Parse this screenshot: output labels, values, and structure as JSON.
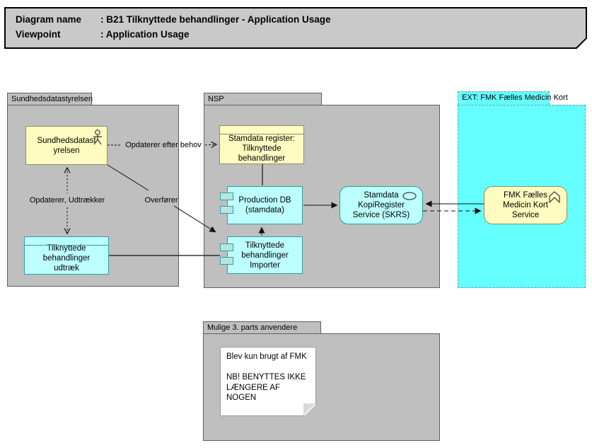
{
  "title": {
    "line1_label": "Diagram name",
    "line1_value": ": B21 Tilknyttede behandlinger - Application Usage",
    "line2_label": "Viewpoint",
    "line2_value": ": Application Usage"
  },
  "groups": {
    "sundhedsdatastyrelsen": {
      "label": "Sundhedsdatastyrelsen"
    },
    "nsp": {
      "label": "NSP"
    },
    "ext": {
      "label": "EXT: FMK Fælles Medicin Kort"
    },
    "mulige": {
      "label": "Mulige 3. parts anvendere"
    }
  },
  "elements": {
    "actor": {
      "label": "Sundhedsdatast\nyrelsen",
      "icon": "actor-icon"
    },
    "udtraek": {
      "label": "Tilknyttede\nbehandlinger\nudtræk"
    },
    "stamdata_register": {
      "label": "Stamdata register:\nTilknyttede\nbehandlinger"
    },
    "production_db": {
      "label": "Production DB\n(stamdata)",
      "icon": "component-port-icon"
    },
    "importer": {
      "label": "Tilknyttede\nbehandlinger\nImporter",
      "icon": "component-port-icon"
    },
    "skrs": {
      "label": "Stamdata\nKopiRegister\nService (SKRS)",
      "icon": "service-oval-icon"
    },
    "fmk": {
      "label": "FMK Fælles\nMedicin Kort\nService",
      "icon": "chevron-icon"
    }
  },
  "note": {
    "text": "Blev kun brugt af FMK\n\nNB! BENYTTES IKKE\nLÆNGERE AF NOGEN"
  },
  "connector_labels": {
    "opdaterer_efter_behov": "Opdaterer efter behov",
    "opdaterer_udtraekker": "Opdaterer, Udtrækker",
    "overfoerer": "Overfører"
  },
  "relations": [
    {
      "from": "Sundhedsdatastyrelsen",
      "to": "Stamdata register: Tilknyttede behandlinger",
      "label": "Opdaterer efter behov",
      "style": "dashed-open-arrow"
    },
    {
      "from": "Sundhedsdatastyrelsen",
      "to": "Tilknyttede behandlinger udtræk",
      "label": "Opdaterer, Udtrækker",
      "style": "dotted-double-open-arrow"
    },
    {
      "from": "Sundhedsdatastyrelsen",
      "to": "Tilknyttede behandlinger Importer",
      "label": "Overfører",
      "style": "solid-filled-arrow"
    },
    {
      "from": "Stamdata register: Tilknyttede behandlinger",
      "to": "Production DB (stamdata)",
      "label": "",
      "style": "solid-line"
    },
    {
      "from": "Tilknyttede behandlinger Importer",
      "to": "Production DB (stamdata)",
      "label": "",
      "style": "dashed-filled-arrow"
    },
    {
      "from": "Production DB (stamdata)",
      "to": "Stamdata KopiRegister Service (SKRS)",
      "label": "",
      "style": "solid-filled-arrow"
    },
    {
      "from": "FMK Fælles Medicin Kort Service",
      "to": "Stamdata KopiRegister Service (SKRS)",
      "label": "",
      "style": "solid-filled-arrow"
    },
    {
      "from": "Stamdata KopiRegister Service (SKRS)",
      "to": "FMK Fælles Medicin Kort Service",
      "label": "",
      "style": "dashed-filled-arrow"
    },
    {
      "from": "Tilknyttede behandlinger udtræk",
      "to": "Tilknyttede behandlinger Importer",
      "label": "",
      "style": "solid-line"
    }
  ],
  "colors": {
    "title_fill": "#c9c9c9",
    "group_fill": "#bfbfbf",
    "group_border": "#5f5f5f",
    "ext_fill": "#66ffff",
    "ext_border": "#7a9a9a",
    "element_yellow": "#fffbc1",
    "yellow_border": "#8f8f6e",
    "element_cyan": "#bdffff",
    "cyan_border": "#2fa0a0",
    "port_fill": "#b6e6e0",
    "note_fill": "#ffffff",
    "note_border": "#9a9a9a",
    "line_color": "#111111"
  }
}
